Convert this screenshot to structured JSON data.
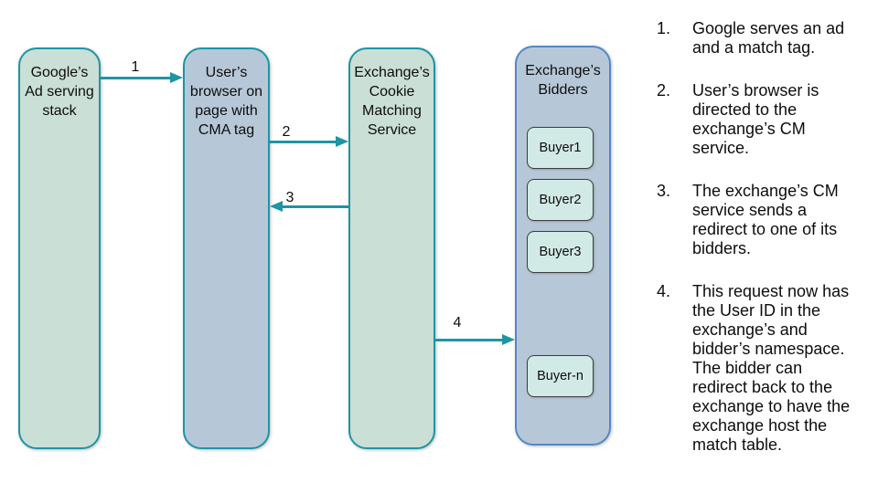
{
  "colors": {
    "teal_accent": "#1d95a5",
    "green_fill": "#cadfd6",
    "blue_fill": "#b6c8d8",
    "bidders_outline": "#5488c7",
    "buyer_fill": "#d2eae5",
    "buyer_outline": "#3d3d3d",
    "text_color": "#0d0d0d"
  },
  "diagram": {
    "nodes": [
      {
        "label": "Google’s\nAd serving\nstack"
      },
      {
        "label": "User’s\nbrowser on\npage with\nCMA tag"
      },
      {
        "label": "Exchange’s\nCookie\nMatching\nService"
      },
      {
        "label": "Exchange’s\nBidders"
      }
    ],
    "buyers": [
      {
        "label": "Buyer1"
      },
      {
        "label": "Buyer2"
      },
      {
        "label": "Buyer3"
      },
      {
        "label": "Buyer-n"
      }
    ],
    "arrows": [
      {
        "label": "1"
      },
      {
        "label": "2"
      },
      {
        "label": "3"
      },
      {
        "label": "4"
      }
    ]
  },
  "notes": {
    "items": [
      {
        "number": "1.",
        "text": "Google serves an ad\nand a match tag."
      },
      {
        "number": "2.",
        "text": "User’s browser is\ndirected to the\nexchange’s CM\nservice."
      },
      {
        "number": "3.",
        "text": "The exchange’s CM\nservice sends a\nredirect to one of its\nbidders."
      },
      {
        "number": "4.",
        "text": "This request now has\nthe User ID in the\nexchange’s and\nbidder’s namespace.\nThe bidder can\nredirect back to the\nexchange to have the\nexchange host the\nmatch table."
      }
    ]
  }
}
